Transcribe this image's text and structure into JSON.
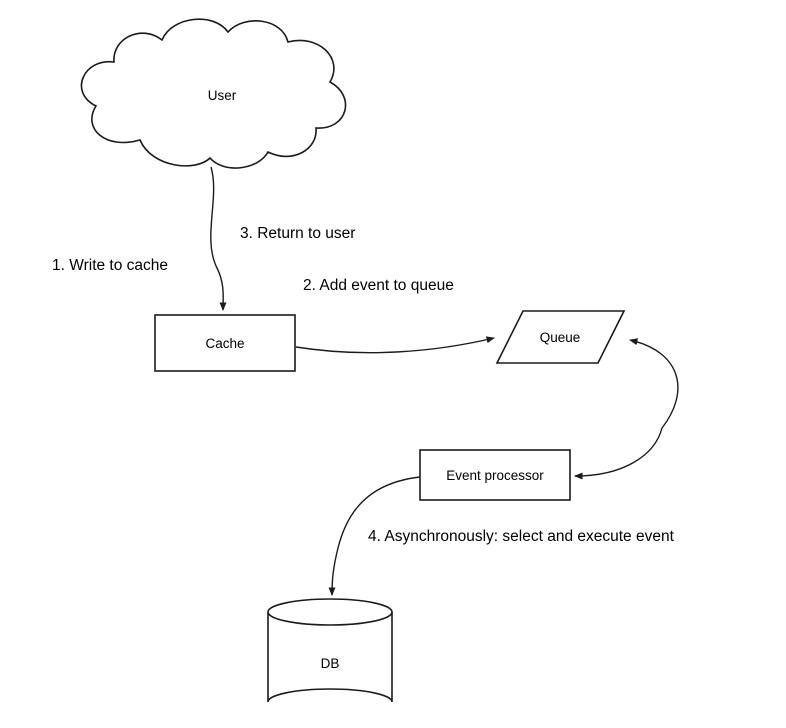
{
  "diagram": {
    "nodes": {
      "user": {
        "label": "User",
        "shape": "cloud"
      },
      "cache": {
        "label": "Cache",
        "shape": "rectangle"
      },
      "queue": {
        "label": "Queue",
        "shape": "parallelogram"
      },
      "event_processor": {
        "label": "Event processor",
        "shape": "rectangle"
      },
      "db": {
        "label": "DB",
        "shape": "cylinder"
      }
    },
    "step_labels": {
      "step1": "1. Write to cache",
      "step2": "2. Add event to queue",
      "step3": "3. Return to user",
      "step4": "4. Asynchronously: select and execute event"
    },
    "edges": [
      {
        "from": "user",
        "to": "cache",
        "label": "1. Write to cache"
      },
      {
        "from": "cache",
        "to": "queue",
        "label": "2. Add event to queue"
      },
      {
        "from": "cache",
        "to": "user",
        "label": "3. Return to user"
      },
      {
        "from": "queue",
        "to": "event_processor",
        "label": ""
      },
      {
        "from": "event_processor",
        "to": "db",
        "label": "4. Asynchronously: select and execute event"
      }
    ],
    "colors": {
      "stroke": "#1b1b1b",
      "fill": "#ffffff",
      "background": "#ffffff",
      "text": "#000000"
    }
  }
}
